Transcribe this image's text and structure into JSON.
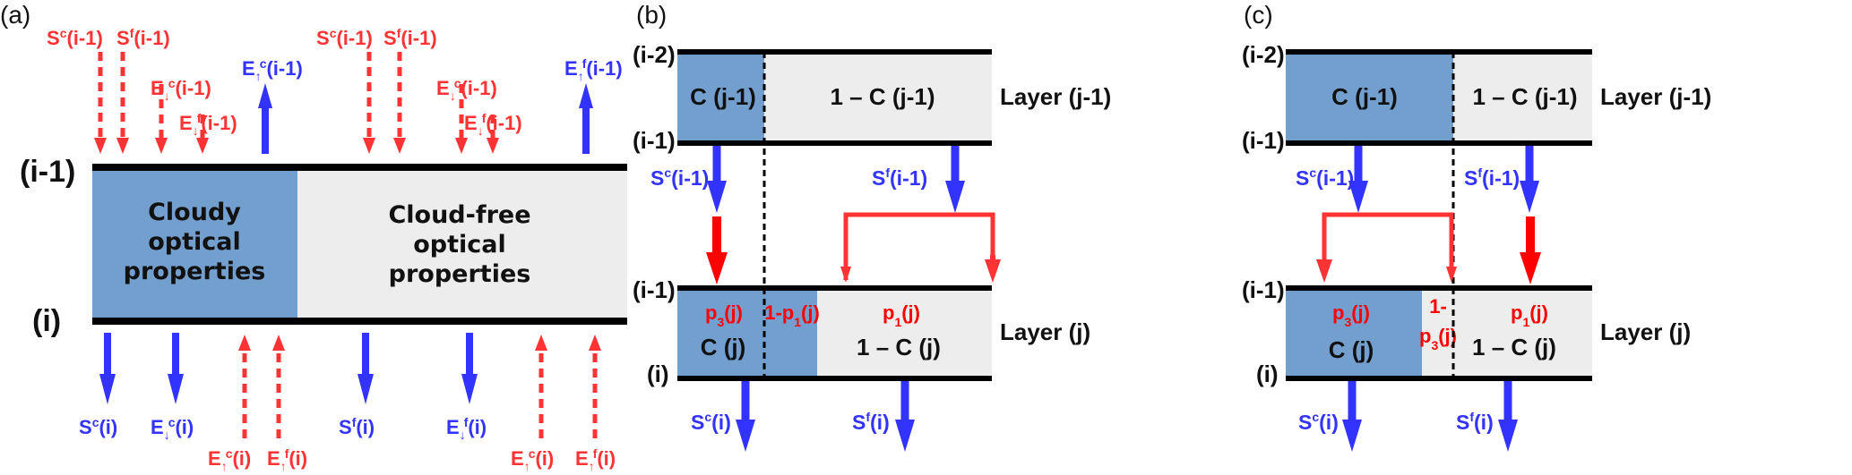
{
  "colors": {
    "cloudy": "#739fcf",
    "clear": "#ededed",
    "flux_red": "#ff3333",
    "flux_red_strong": "#ff0000",
    "flux_blue": "#3333ff",
    "boundary": "#000000"
  },
  "panel_a": {
    "letter": "(a)",
    "level_top": "(i-1)",
    "level_bottom": "(i)",
    "cloudy_lines": [
      "Cloudy",
      "optical",
      "properties"
    ],
    "clear_lines": [
      "Cloud-free",
      "optical",
      "properties"
    ],
    "top_fluxes": [
      {
        "base": "S",
        "sup": "c",
        "arg": "(i-1)",
        "color": "red",
        "direction": "down"
      },
      {
        "base": "S",
        "sup": "f",
        "arg": "(i-1)",
        "color": "red",
        "direction": "down"
      },
      {
        "base": "E",
        "sup": "c",
        "arrow": "down",
        "arg": "(i-1)",
        "color": "red",
        "direction": "down"
      },
      {
        "base": "E",
        "sup": "f",
        "arrow": "down",
        "arg": "(i-1)",
        "color": "red",
        "direction": "down"
      },
      {
        "base": "E",
        "sup": "c",
        "arrow": "up",
        "arg": "(i-1)",
        "color": "blue",
        "direction": "up"
      },
      {
        "base": "S",
        "sup": "c",
        "arg": "(i-1)",
        "color": "red",
        "direction": "down"
      },
      {
        "base": "S",
        "sup": "f",
        "arg": "(i-1)",
        "color": "red",
        "direction": "down"
      },
      {
        "base": "E",
        "sup": "c",
        "arrow": "down",
        "arg": "(i-1)",
        "color": "red",
        "direction": "down"
      },
      {
        "base": "E",
        "sup": "f",
        "arrow": "down",
        "arg": "(i-1)",
        "color": "red",
        "direction": "down"
      },
      {
        "base": "E",
        "sup": "f",
        "arrow": "up",
        "arg": "(i-1)",
        "color": "blue",
        "direction": "up"
      }
    ],
    "bottom_fluxes": [
      {
        "base": "S",
        "sup": "c",
        "arg": "(i)",
        "color": "blue",
        "direction": "down"
      },
      {
        "base": "E",
        "sup": "c",
        "arrow": "down",
        "arg": "(i)",
        "color": "blue",
        "direction": "down"
      },
      {
        "base": "E",
        "sup": "c",
        "arrow": "up",
        "arg": "(i)",
        "color": "red",
        "direction": "up"
      },
      {
        "base": "E",
        "sup": "f",
        "arrow": "up",
        "arg": "(i)",
        "color": "red",
        "direction": "up"
      },
      {
        "base": "S",
        "sup": "f",
        "arg": "(i)",
        "color": "blue",
        "direction": "down"
      },
      {
        "base": "E",
        "sup": "f",
        "arrow": "down",
        "arg": "(i)",
        "color": "blue",
        "direction": "down"
      },
      {
        "base": "E",
        "sup": "c",
        "arrow": "up",
        "arg": "(i)",
        "color": "red",
        "direction": "up"
      },
      {
        "base": "E",
        "sup": "f",
        "arrow": "up",
        "arg": "(i)",
        "color": "red",
        "direction": "up"
      }
    ]
  },
  "panel_b": {
    "letter": "(b)",
    "upper_levels": [
      "(i-2)",
      "(i-1)"
    ],
    "lower_levels": [
      "(i-1)",
      "(i)"
    ],
    "upper_cloudy": "C (j-1)",
    "upper_clear": "1 – C (j-1)",
    "upper_layer": "Layer (j-1)",
    "lower_layer": "Layer (j)",
    "lower_cloudy": "C (j)",
    "lower_clear": "1 – C (j)",
    "p_cloudy": {
      "base": "p",
      "sub": "3",
      "arg": "(j)"
    },
    "p_overlap": {
      "pre": "1-",
      "base": "p",
      "sub": "1",
      "arg": "(j)"
    },
    "p_clear": {
      "base": "p",
      "sub": "1",
      "arg": "(j)"
    },
    "flux_in_cloudy": {
      "base": "S",
      "sup": "c",
      "arg": "(i-1)"
    },
    "flux_in_clear": {
      "base": "S",
      "sup": "f",
      "arg": "(i-1)"
    },
    "flux_out_cloudy": {
      "base": "S",
      "sup": "c",
      "arg": "(i)"
    },
    "flux_out_clear": {
      "base": "S",
      "sup": "f",
      "arg": "(i)"
    }
  },
  "panel_c": {
    "letter": "(c)",
    "upper_levels": [
      "(i-2)",
      "(i-1)"
    ],
    "lower_levels": [
      "(i-1)",
      "(i)"
    ],
    "upper_cloudy": "C (j-1)",
    "upper_clear": "1 – C (j-1)",
    "upper_layer": "Layer (j-1)",
    "lower_layer": "Layer (j)",
    "lower_cloudy": "C (j)",
    "lower_clear": "1 – C (j)",
    "p_cloudy": {
      "base": "p",
      "sub": "3",
      "arg": "(j)"
    },
    "p_overlap": {
      "pre": "1-",
      "base": "p",
      "sub": "3",
      "arg": "(j)"
    },
    "p_clear": {
      "base": "p",
      "sub": "1",
      "arg": "(j)"
    },
    "flux_in_cloudy": {
      "base": "S",
      "sup": "c",
      "arg": "(i-1)"
    },
    "flux_in_clear": {
      "base": "S",
      "sup": "f",
      "arg": "(i-1)"
    },
    "flux_out_cloudy": {
      "base": "S",
      "sup": "c",
      "arg": "(i)"
    },
    "flux_out_clear": {
      "base": "S",
      "sup": "f",
      "arg": "(i)"
    }
  }
}
